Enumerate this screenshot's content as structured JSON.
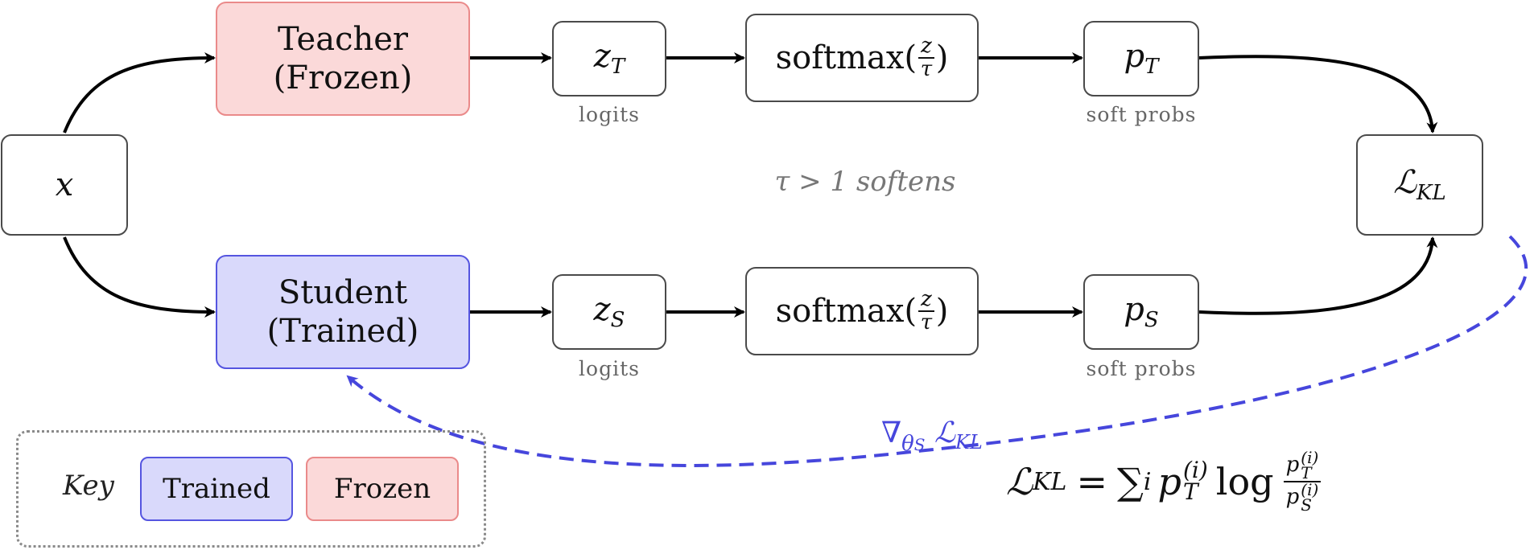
{
  "nodes": {
    "input": {
      "label": "x"
    },
    "teacher": {
      "line1": "Teacher",
      "line2": "(Frozen)"
    },
    "student": {
      "line1": "Student",
      "line2": "(Trained)"
    },
    "z_teacher": {
      "base": "z",
      "sub": "T",
      "caption": "logits"
    },
    "z_student": {
      "base": "z",
      "sub": "S",
      "caption": "logits"
    },
    "softmax_teacher": {
      "fn": "softmax(",
      "num": "z",
      "den": "τ",
      "close": ")"
    },
    "softmax_student": {
      "fn": "softmax(",
      "num": "z",
      "den": "τ",
      "close": ")"
    },
    "p_teacher": {
      "base": "p",
      "sub": "T",
      "caption": "soft probs"
    },
    "p_student": {
      "base": "p",
      "sub": "S",
      "caption": "soft probs"
    },
    "loss": {
      "base": "ℒ",
      "sub": "KL"
    }
  },
  "annotations": {
    "temperature_note_math": "τ > 1",
    "temperature_note_text": "softens",
    "gradient_nabla": "∇",
    "gradient_theta": "θ",
    "gradient_theta_sub": "S",
    "gradient_loss": "ℒ",
    "gradient_loss_sub": "KL"
  },
  "formula": {
    "lhs": "ℒ",
    "lhs_sub": "KL",
    "equals": "=",
    "sum": "∑",
    "sum_sub": "i",
    "p": "p",
    "p_sup": "(i)",
    "p_sub": "T",
    "log": "log",
    "num": "p",
    "num_sup": "(i)",
    "num_sub": "T",
    "den": "p",
    "den_sup": "(i)",
    "den_sub": "S"
  },
  "key": {
    "title": "Key",
    "trained": "Trained",
    "frozen": "Frozen"
  },
  "colors": {
    "frozen_fill": "#fbd9d9",
    "frozen_border": "#ea8a8a",
    "trained_fill": "#d9d9fb",
    "trained_border": "#5555e0",
    "gradient_arrow": "#4646dc"
  }
}
